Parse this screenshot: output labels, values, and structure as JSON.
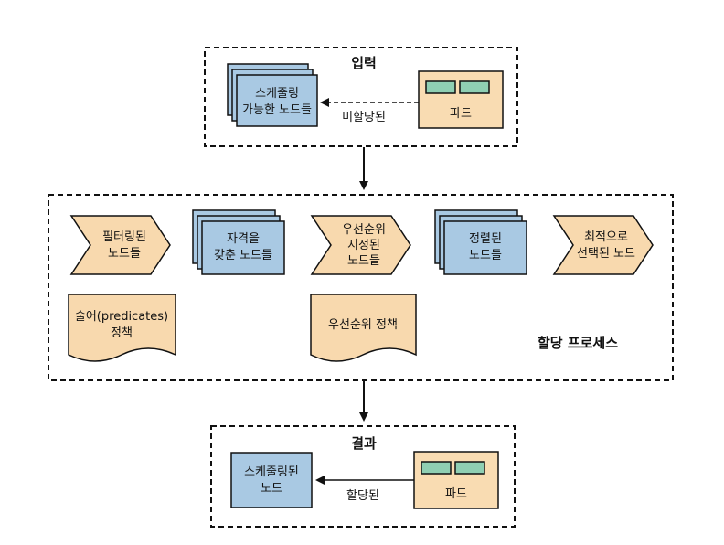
{
  "input": {
    "title": "입력",
    "nodes_line1": "스케줄링",
    "nodes_line2": "가능한 노드들",
    "edge_label": "미할당된",
    "pod_label": "파드"
  },
  "process": {
    "title": "할당 프로세스",
    "filtered_line1": "필터링된",
    "filtered_line2": "노드들",
    "qualified_line1": "자격을",
    "qualified_line2": "갖춘 노드들",
    "prioritized_line1": "우선순위",
    "prioritized_line2": "지정된",
    "prioritized_line3": "노드들",
    "sorted_line1": "정렬된",
    "sorted_line2": "노드들",
    "best_line1": "최적으로",
    "best_line2": "선택된 노드",
    "predicates_line1": "술어(predicates)",
    "predicates_line2": "정책",
    "priority_policy": "우선순위 정책"
  },
  "result": {
    "title": "결과",
    "node_line1": "스케줄링된",
    "node_line2": "노드",
    "edge_label": "할당된",
    "pod_label": "파드"
  },
  "colors": {
    "node_blue": "#a9c9e3",
    "chevron_tan": "#f8d9ae",
    "pod_tan": "#f9dcb2",
    "pod_slot_green": "#8fcfb3"
  }
}
